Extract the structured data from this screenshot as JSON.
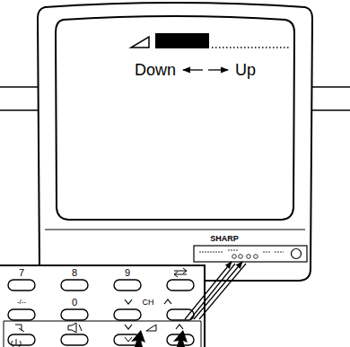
{
  "diagram": {
    "labels": [
      "Down",
      "Up",
      "SHARP",
      "7",
      "8",
      "9",
      "-/--",
      "0",
      "CH"
    ]
  }
}
